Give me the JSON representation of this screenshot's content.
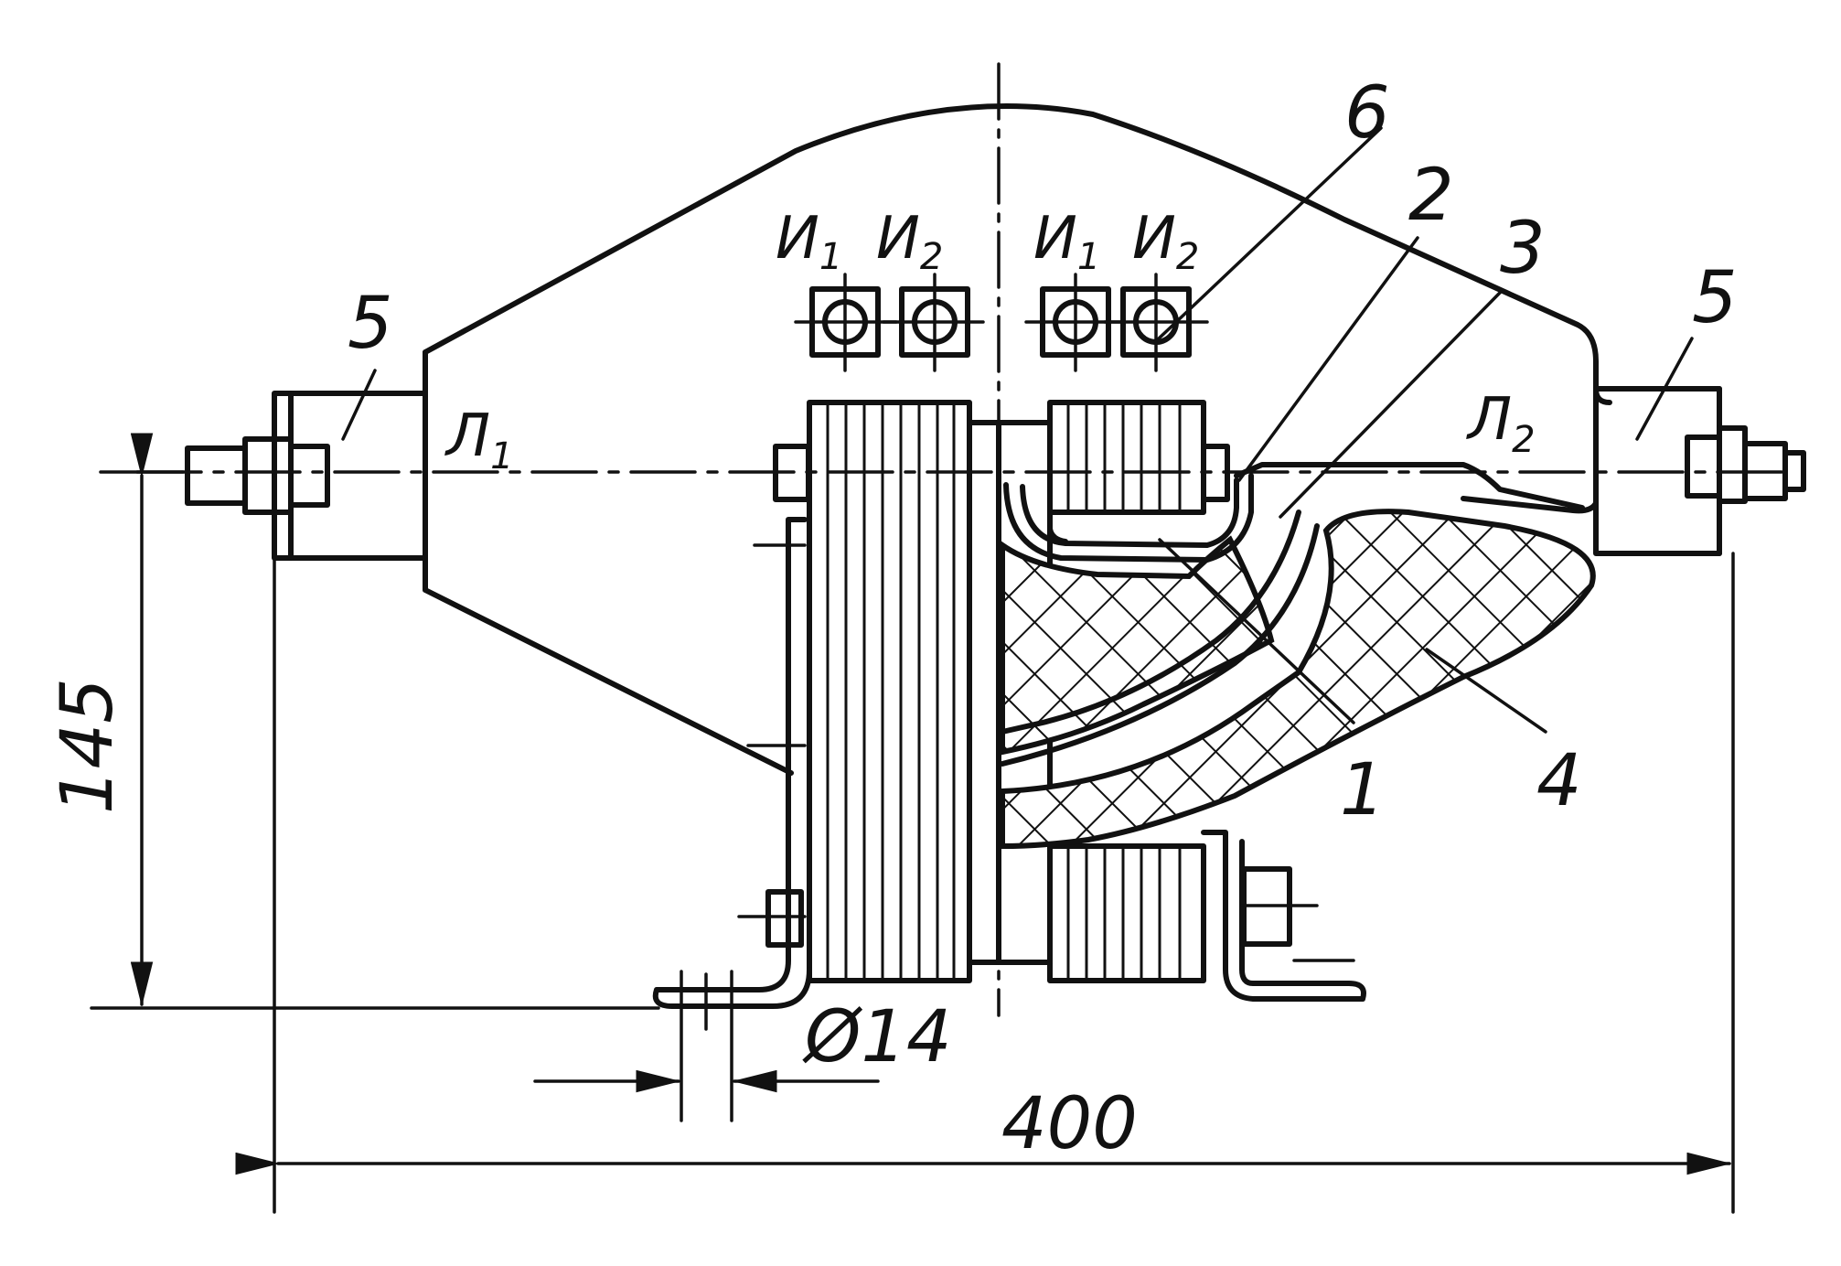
{
  "labels": {
    "callout_1": "1",
    "callout_2": "2",
    "callout_3": "3",
    "callout_4": "4",
    "callout_5_left": "5",
    "callout_5_right": "5",
    "callout_6": "6"
  },
  "terminals": {
    "primary_left": {
      "letter": "Л",
      "index": "1"
    },
    "primary_right": {
      "letter": "Л",
      "index": "2"
    },
    "secondary": [
      {
        "letter": "И",
        "index": "1"
      },
      {
        "letter": "И",
        "index": "2"
      },
      {
        "letter": "И",
        "index": "1"
      },
      {
        "letter": "И",
        "index": "2"
      }
    ]
  },
  "dimensions": {
    "height": "145",
    "width": "400",
    "hole_diameter": "Ø14"
  },
  "colors": {
    "line": "#111111",
    "background": "#ffffff"
  }
}
